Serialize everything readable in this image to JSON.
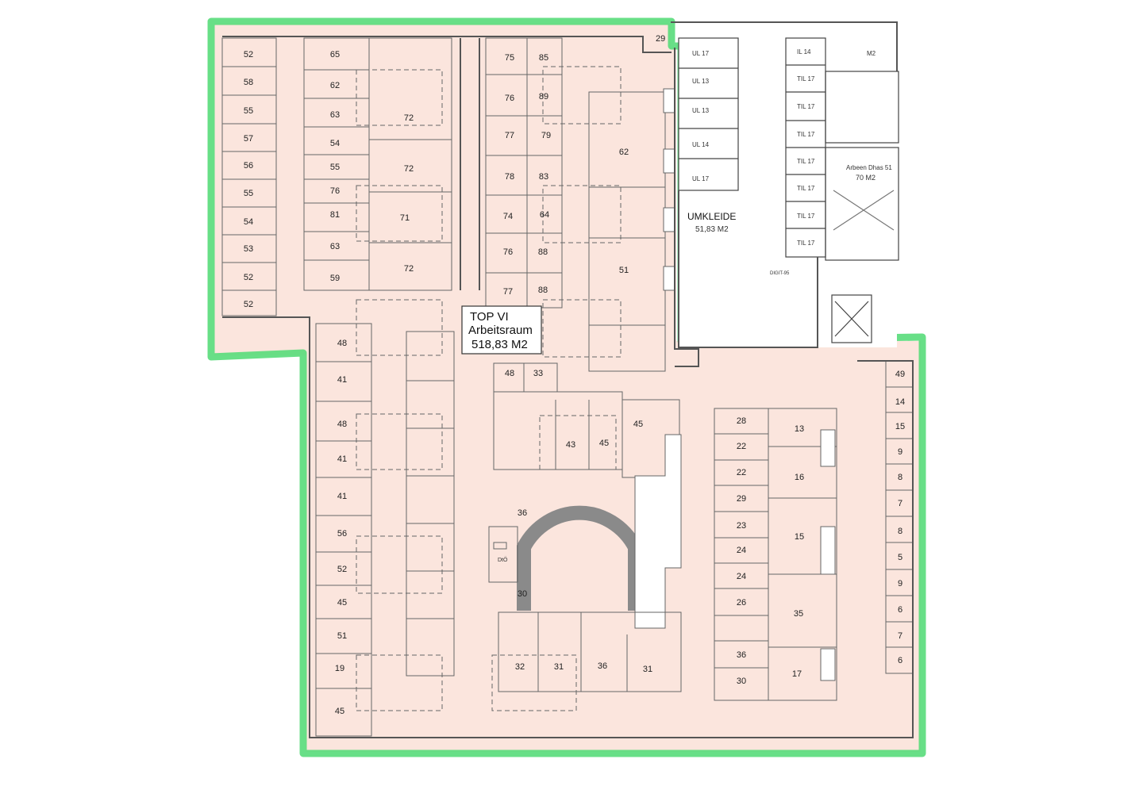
{
  "floorplan": {
    "main_room": {
      "title": "TOP VI",
      "name": "Arbeitsraum",
      "area": "518,83 M2"
    },
    "umkleide": {
      "name": "UMKLEIDE",
      "area": "51,83 M2"
    },
    "corner_label": "29",
    "stair_room": {
      "name": "Arbeen Dhas 51",
      "area": "70 M2"
    },
    "dust_note": "DIGIT-95",
    "small_room": "DtÖ",
    "stair_mark": "M2",
    "locker_rows_left": [
      "UL 17",
      "UL 13",
      "UL 13",
      "UL 14",
      "UL 17"
    ],
    "locker_rows_right": [
      "IL 14",
      "TIL 17",
      "TIL 17",
      "TIL 17",
      "TIL 17",
      "TIL 17",
      "TIL 17",
      "TIL 17"
    ],
    "colors": {
      "room_fill": "#fbe5dd",
      "outline": "#58dc7a",
      "wall": "#5c5c5c"
    },
    "cells": {
      "col_a": [
        "52",
        "58",
        "55",
        "57",
        "56",
        "55",
        "54",
        "53",
        "52",
        "52"
      ],
      "col_b": [
        "65",
        "62",
        "63",
        "54",
        "55",
        "76",
        "81",
        "63",
        "59"
      ],
      "col_c": [
        "72",
        "72",
        "71",
        "72"
      ],
      "col_d": [
        "75",
        "76",
        "77",
        "78",
        "74",
        "76",
        "77"
      ],
      "col_e": [
        "85",
        "89",
        "79",
        "83",
        "64",
        "88",
        "88"
      ],
      "col_f": [
        "62",
        "51"
      ],
      "col_g": [
        "48",
        "41",
        "48",
        "41",
        "41",
        "56",
        "52",
        "45",
        "51",
        "19",
        "45"
      ],
      "mid_top": [
        "48",
        "33"
      ],
      "mid_block": [
        "43",
        "45",
        "45"
      ],
      "mid_round": [
        "36",
        "30"
      ],
      "bottom_row": [
        "32",
        "31",
        "36",
        "31"
      ],
      "col_h": [
        "28",
        "22",
        "22",
        "29",
        "23",
        "24",
        "24",
        "26",
        "36",
        "30"
      ],
      "col_i": [
        "13",
        "16",
        "15",
        "35",
        "17"
      ],
      "col_j": [
        "49",
        "14",
        "15",
        "9",
        "8",
        "7",
        "8",
        "5",
        "9",
        "6",
        "7",
        "6"
      ]
    }
  }
}
